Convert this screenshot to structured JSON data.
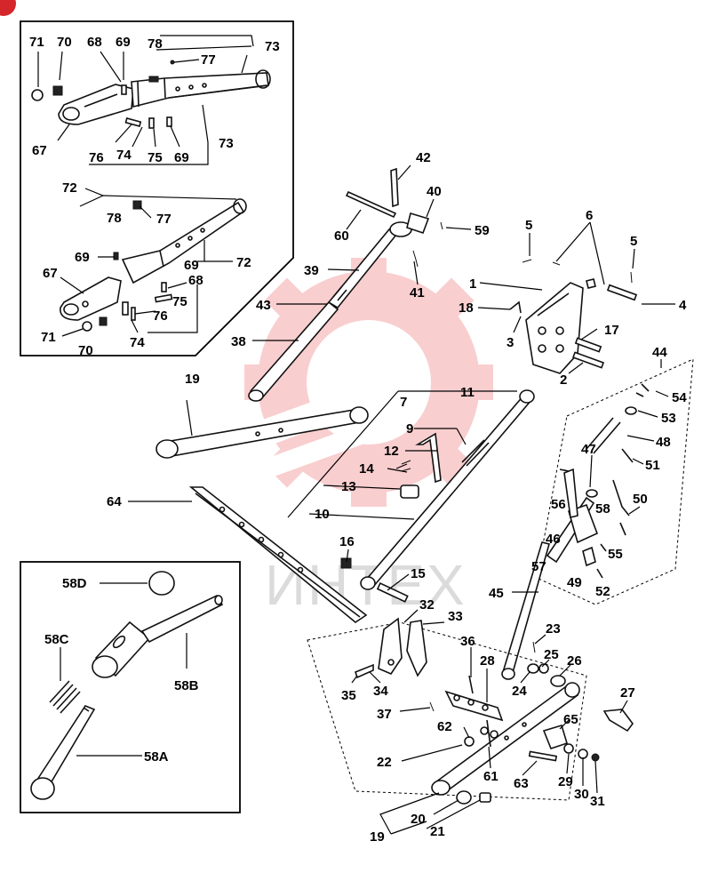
{
  "watermark": {
    "text": "ИНТЕХ",
    "color": "#e8262a"
  },
  "badge_color": "#d5262b",
  "callouts": {
    "c71a": "71",
    "c70a": "70",
    "c68a": "68",
    "c69a": "69",
    "c78a": "78",
    "c73a": "73",
    "c77a": "77",
    "c67a": "67",
    "c76a": "76",
    "c74a": "74",
    "c75a": "75",
    "c69b": "69",
    "c73b": "73",
    "c72a": "72",
    "c78b": "78",
    "c77b": "77",
    "c69c": "69",
    "c69d": "69",
    "c72b": "72",
    "c67b": "67",
    "c68b": "68",
    "c75b": "75",
    "c76b": "76",
    "c71b": "71",
    "c74b": "74",
    "c70b": "70",
    "c42": "42",
    "c40": "40",
    "c59": "59",
    "c60": "60",
    "c39": "39",
    "c41": "41",
    "c43": "43",
    "c38": "38",
    "c5a": "5",
    "c6": "6",
    "c5b": "5",
    "c1": "1",
    "c4": "4",
    "c18": "18",
    "c3": "3",
    "c17": "17",
    "c2": "2",
    "c44": "44",
    "c54": "54",
    "c53": "53",
    "c48": "48",
    "c47": "47",
    "c51": "51",
    "c56": "56",
    "c58": "58",
    "c50": "50",
    "c46": "46",
    "c55": "55",
    "c57": "57",
    "c49": "49",
    "c52": "52",
    "c19a": "19",
    "c7": "7",
    "c11": "11",
    "c9": "9",
    "c12": "12",
    "c14": "14",
    "c13": "13",
    "c10": "10",
    "c64": "64",
    "c16": "16",
    "c15": "15",
    "c45": "45",
    "c58d": "58D",
    "c58c": "58C",
    "c58b": "58B",
    "c58a": "58A",
    "c32": "32",
    "c33": "33",
    "c36": "36",
    "c28": "28",
    "c23": "23",
    "c25": "25",
    "c26": "26",
    "c24": "24",
    "c35": "35",
    "c34": "34",
    "c37": "37",
    "c27": "27",
    "c62": "62",
    "c65": "65",
    "c22": "22",
    "c61": "61",
    "c63": "63",
    "c29": "29",
    "c30": "30",
    "c31": "31",
    "c20": "20",
    "c19b": "19",
    "c21": "21"
  }
}
